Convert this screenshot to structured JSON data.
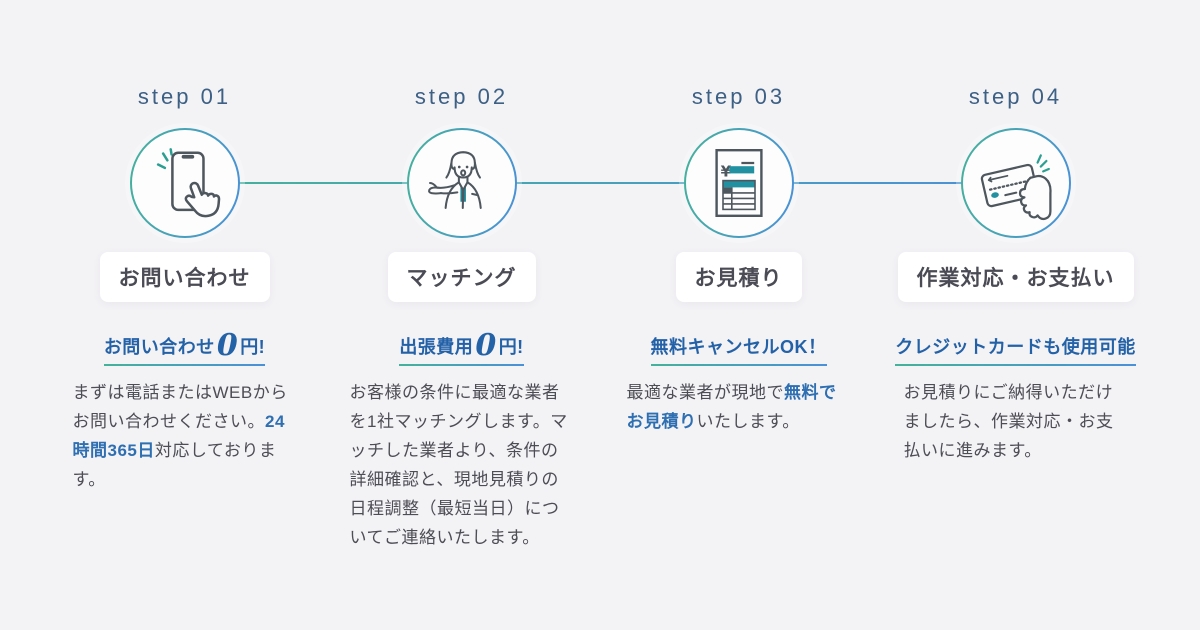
{
  "colors": {
    "background": "#f3f2f5",
    "step_label": "#3d6085",
    "title_text": "#4b4b55",
    "subtitle_text": "#2462a8",
    "body_text": "#4d4d55",
    "highlight_text": "#2e6fb2",
    "gradient_teal": "#45b29a",
    "gradient_blue": "#4a90d9"
  },
  "steps": [
    {
      "label": "step 01",
      "icon": "smartphone-tap-icon",
      "title": "お問い合わせ",
      "subtitle": {
        "pre": "お問い合わせ",
        "zero": "0",
        "post": "円!"
      },
      "body": {
        "pre": "まずは電話またはWEBからお問い合わせください。",
        "highlight": "24時間365日",
        "post": "対応しております。"
      }
    },
    {
      "label": "step 02",
      "icon": "operator-woman-icon",
      "title": "マッチング",
      "subtitle": {
        "pre": "出張費用",
        "zero": "0",
        "post": "円!"
      },
      "body": {
        "pre": "お客様の条件に最適な業者を1社マッチングします。マッチした業者より、条件の詳細確認と、現地見積りの日程調整（最短当日）についてご連絡いたします。",
        "highlight": "",
        "post": ""
      }
    },
    {
      "label": "step 03",
      "icon": "estimate-document-icon",
      "title": "お見積り",
      "subtitle": {
        "pre": "無料キャンセルOK！",
        "zero": "",
        "post": ""
      },
      "body": {
        "pre": "最適な業者が現地で",
        "highlight": "無料でお見積り",
        "post": "いたします。"
      }
    },
    {
      "label": "step 04",
      "icon": "credit-card-hand-icon",
      "title": "作業対応・お支払い",
      "subtitle": {
        "pre": "クレジットカードも使用可能",
        "zero": "",
        "post": ""
      },
      "body": {
        "pre": "お見積りにご納得いただけましたら、作業対応・お支払いに進みます。",
        "highlight": "",
        "post": ""
      }
    }
  ]
}
